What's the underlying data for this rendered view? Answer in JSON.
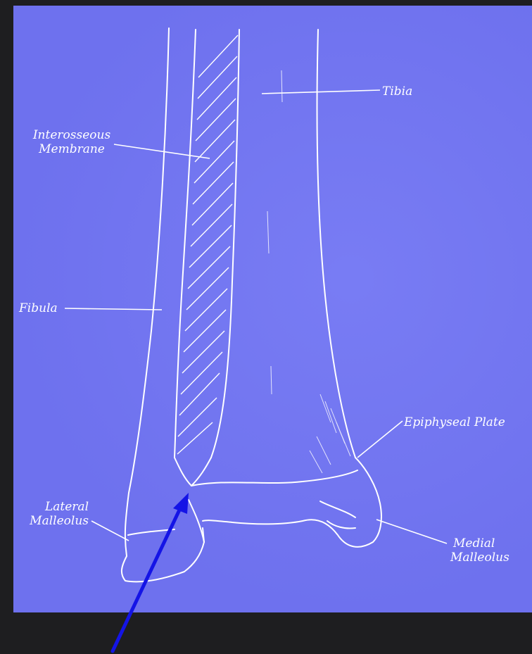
{
  "diagram": {
    "labels": {
      "tibia": "Tibia",
      "interosseous_line1": "Interosseous",
      "interosseous_line2": "Membrane",
      "fibula": "Fibula",
      "epiphyseal_plate": "Epiphyseal Plate",
      "lateral_line1": "Lateral",
      "lateral_line2": "Malleolus",
      "medial_line1": "Medial",
      "medial_line2": "Malleolus"
    },
    "colors": {
      "background": "#1e1e20",
      "slide": "#6e71ee",
      "linework": "#ffffff",
      "arrow": "#1414e6"
    }
  }
}
